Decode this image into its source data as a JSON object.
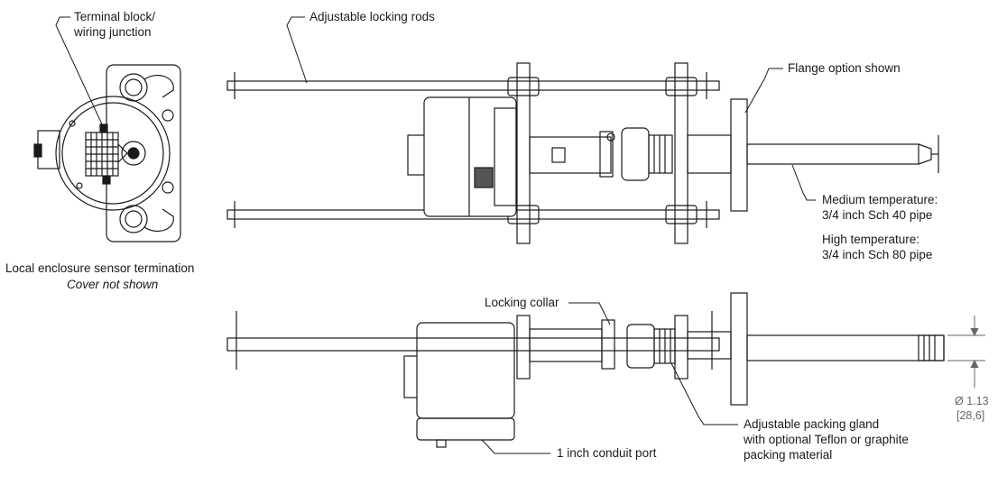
{
  "labels": {
    "terminal_block_1": "Terminal block/",
    "terminal_block_2": "wiring junction",
    "locking_rods": "Adjustable locking rods",
    "flange": "Flange option shown",
    "medium_temp_1": "Medium temperature:",
    "medium_temp_2": "3/4 inch Sch 40 pipe",
    "high_temp_1": "High temperature:",
    "high_temp_2": "3/4 inch Sch 80 pipe",
    "enclosure_1": "Local enclosure sensor termination",
    "enclosure_2": "Cover not shown",
    "locking_collar": "Locking collar",
    "packing_gland_1": "Adjustable packing gland",
    "packing_gland_2": "with optional Teflon or graphite",
    "packing_gland_3": "packing material",
    "conduit": "1 inch conduit port",
    "diameter_1": "Ø 1.13",
    "diameter_2": "[28,6]"
  },
  "colors": {
    "line": "#1a1a1a",
    "dimension_text": "#666666"
  }
}
